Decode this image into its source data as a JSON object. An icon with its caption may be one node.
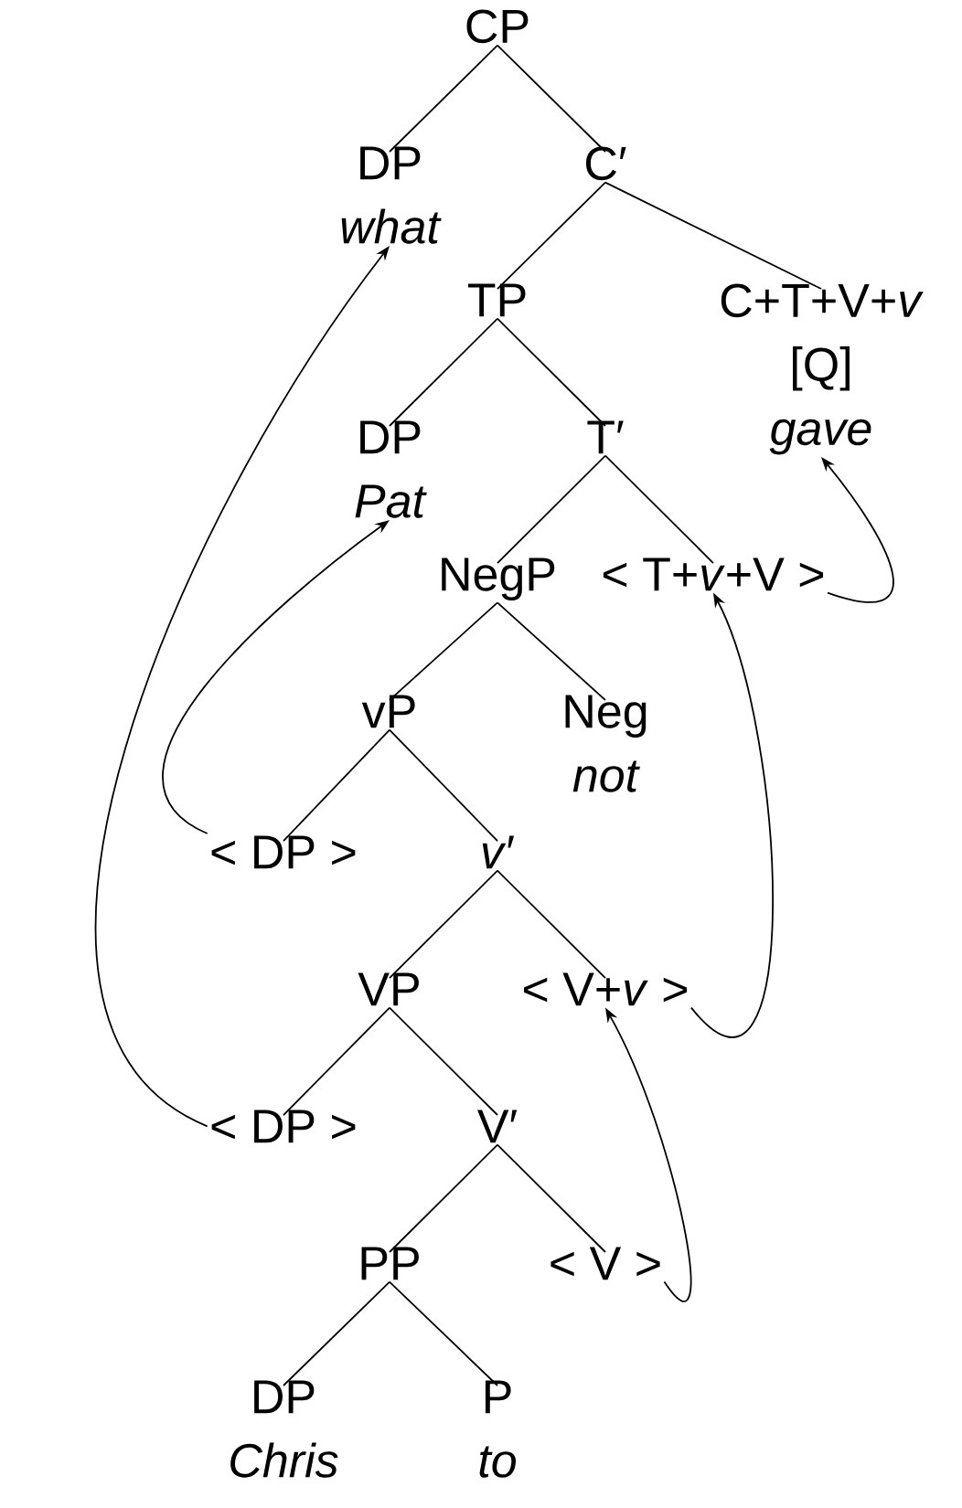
{
  "diagram": {
    "nodes": [
      {
        "text": [
          "CP"
        ]
      },
      {
        "text": [
          "DP",
          "what"
        ]
      },
      {
        "text": [
          "C′"
        ]
      },
      {
        "text": [
          "TP"
        ]
      },
      {
        "text": [
          "C+T+V+*v*",
          "[Q]",
          "gave"
        ]
      },
      {
        "text": [
          "DP",
          "Pat"
        ]
      },
      {
        "text": [
          "T′"
        ]
      },
      {
        "text": [
          "NegP"
        ]
      },
      {
        "text": [
          "< T+*v*+V >"
        ]
      },
      {
        "text": [
          "vP"
        ]
      },
      {
        "text": [
          "Neg",
          "not"
        ]
      },
      {
        "text": [
          "< DP >"
        ]
      },
      {
        "text": [
          "*v*′"
        ]
      },
      {
        "text": [
          "VP"
        ]
      },
      {
        "text": [
          "< V+*v* >"
        ]
      },
      {
        "text": [
          "< DP >"
        ]
      },
      {
        "text": [
          "V′"
        ]
      },
      {
        "text": [
          "PP"
        ]
      },
      {
        "text": [
          "< V >"
        ]
      },
      {
        "text": [
          "DP",
          "Chris"
        ]
      },
      {
        "text": [
          "P",
          "to"
        ]
      }
    ],
    "edges": [
      {
        "from": 0,
        "to": 1,
        "arrow": "none"
      },
      {
        "from": 0,
        "to": 2,
        "arrow": "none"
      },
      {
        "from": 2,
        "to": 3,
        "arrow": "none"
      },
      {
        "from": 2,
        "to": 4,
        "arrow": "none"
      },
      {
        "from": 3,
        "to": 5,
        "arrow": "none"
      },
      {
        "from": 3,
        "to": 6,
        "arrow": "none"
      },
      {
        "from": 6,
        "to": 7,
        "arrow": "none"
      },
      {
        "from": 6,
        "to": 8,
        "arrow": "none"
      },
      {
        "from": 7,
        "to": 9,
        "arrow": "none"
      },
      {
        "from": 7,
        "to": 10,
        "arrow": "none"
      },
      {
        "from": 9,
        "to": 11,
        "arrow": "none"
      },
      {
        "from": 9,
        "to": 12,
        "arrow": "none"
      },
      {
        "from": 12,
        "to": 13,
        "arrow": "none"
      },
      {
        "from": 12,
        "to": 14,
        "arrow": "none"
      },
      {
        "from": 13,
        "to": 15,
        "arrow": "none"
      },
      {
        "from": 13,
        "to": 16,
        "arrow": "none"
      },
      {
        "from": 16,
        "to": 17,
        "arrow": "none"
      },
      {
        "from": 16,
        "to": 18,
        "arrow": "none"
      },
      {
        "from": 17,
        "to": 19,
        "arrow": "none"
      },
      {
        "from": 17,
        "to": 20,
        "arrow": "none"
      },
      {
        "from": 15,
        "to": 1,
        "arrow": "to"
      },
      {
        "from": 11,
        "to": 5,
        "arrow": "to"
      },
      {
        "from": 8,
        "to": 4,
        "arrow": "to"
      },
      {
        "from": 14,
        "to": 8,
        "arrow": "to"
      },
      {
        "from": 18,
        "to": 14,
        "arrow": "to"
      }
    ]
  }
}
